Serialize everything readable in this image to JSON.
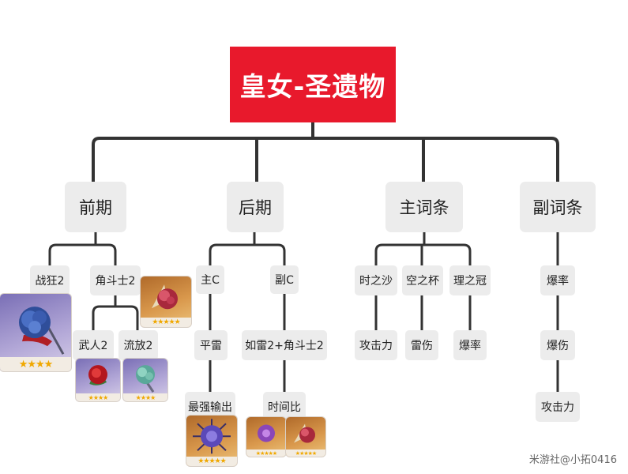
{
  "title": "皇女-圣遗物",
  "level1": {
    "early": "前期",
    "late": "后期",
    "main_stats": "主词条",
    "sub_stats": "副词条"
  },
  "early": {
    "berserker": "战狂2",
    "gladiator": "角斗士2",
    "samurai": "武人2",
    "exile": "流放2"
  },
  "late": {
    "main_c": "主C",
    "sub_c": "副C",
    "thundering": "平雷",
    "strongest_output": "最强输出",
    "thunder_gladiator": "如雷2+角斗士2",
    "uptime": "时间比"
  },
  "main_stats": {
    "sands": "时之沙",
    "goblet": "空之杯",
    "circlet": "理之冠",
    "sands_stat": "攻击力",
    "goblet_stat": "雷伤",
    "circlet_stat": "爆率"
  },
  "sub_stats": {
    "crit_rate": "爆率",
    "crit_dmg": "爆伤",
    "atk": "攻击力"
  },
  "stars": {
    "four": "★★★★",
    "five": "★★★★★"
  },
  "colors": {
    "root_bg": "#e8192c",
    "node_bg": "#ececec",
    "line": "#333333",
    "star": "#f0a800"
  },
  "watermark": "米游社@小拓0416"
}
